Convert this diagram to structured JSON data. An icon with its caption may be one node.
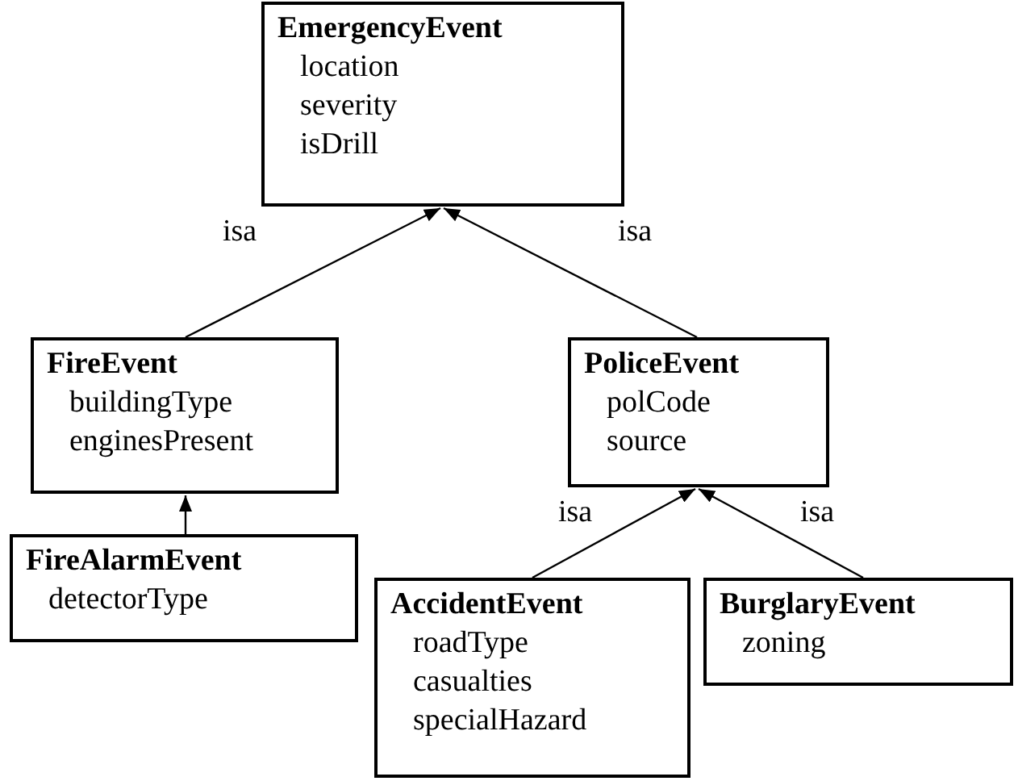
{
  "diagram": {
    "nodes": [
      {
        "text": [
          "EmergencyEvent",
          "location",
          "severity",
          "isDrill"
        ]
      },
      {
        "text": [
          "FireEvent",
          "buildingType",
          "enginesPresent"
        ]
      },
      {
        "text": [
          "PoliceEvent",
          "polCode",
          "source"
        ]
      },
      {
        "text": [
          "FireAlarmEvent",
          "detectorType"
        ]
      },
      {
        "text": [
          "AccidentEvent",
          "roadType",
          "casualties",
          "specialHazard"
        ]
      },
      {
        "text": [
          "BurglaryEvent",
          "zoning"
        ]
      }
    ],
    "edges": [
      {
        "from": 1,
        "to": 0,
        "arrow": "to",
        "label": "isa"
      },
      {
        "from": 2,
        "to": 0,
        "arrow": "to",
        "label": "isa"
      },
      {
        "from": 3,
        "to": 1,
        "arrow": "to"
      },
      {
        "from": 4,
        "to": 2,
        "arrow": "to",
        "label": "isa"
      },
      {
        "from": 5,
        "to": 2,
        "arrow": "to",
        "label": "isa"
      }
    ]
  }
}
